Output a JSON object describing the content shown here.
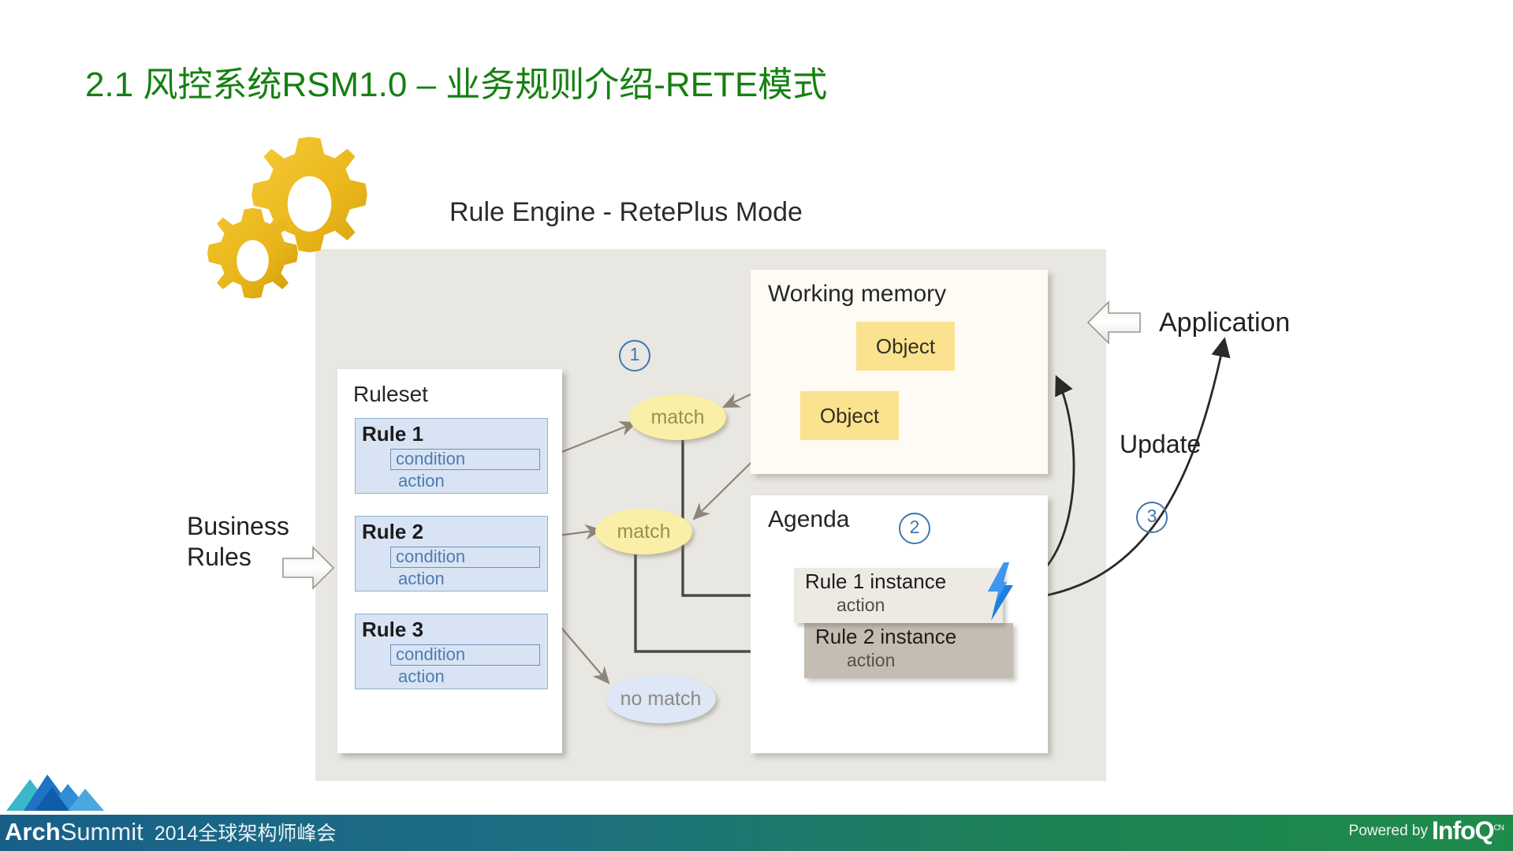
{
  "slide": {
    "title": "2.1 风控系统RSM1.0 – 业务规则介绍-RETE模式",
    "title_color": "#158011"
  },
  "diagram": {
    "header": "Rule Engine - RetePlus Mode",
    "panel_color": "#e9e7e2",
    "ruleset": {
      "label": "Ruleset",
      "rules": [
        {
          "name": "Rule 1",
          "condition": "condition",
          "action": "action"
        },
        {
          "name": "Rule 2",
          "condition": "condition",
          "action": "action"
        },
        {
          "name": "Rule 3",
          "condition": "condition",
          "action": "action"
        }
      ]
    },
    "working_memory": {
      "label": "Working memory",
      "objects": [
        "Object",
        "Object"
      ],
      "object_color": "#fbe28f"
    },
    "agenda": {
      "label": "Agenda",
      "instances": [
        {
          "title": "Rule 1 instance",
          "action": "action",
          "color": "#edeae3"
        },
        {
          "title": "Rule 2 instance",
          "action": "action",
          "color": "#c4bdb1"
        }
      ]
    },
    "nodes": {
      "match_1": "match",
      "match_2": "match",
      "no_match": "no match",
      "match_color": "#faefa6",
      "no_match_color": "#dde7f6"
    },
    "labels": {
      "business_rules_line1": "Business",
      "business_rules_line2": "Rules",
      "application": "Application",
      "update": "Update"
    },
    "steps": [
      "1",
      "2",
      "3"
    ],
    "step_color": "#3f77b1",
    "icons": {
      "gear_large": "gear-icon",
      "gear_small": "gear-icon",
      "bolt": "lightning-bolt-icon",
      "business_rules_arrow": "block-arrow-right-icon",
      "application_arrow": "block-arrow-left-icon"
    }
  },
  "footer": {
    "brand_arch": "Arch",
    "brand_summit": "Summit",
    "brand_cn": "2014全球架构师峰会",
    "powered_by": "Powered by",
    "infoq": "InfoQ",
    "infoq_tm": "CN",
    "gradient_from": "#185f88",
    "gradient_to": "#1f8b4b"
  }
}
